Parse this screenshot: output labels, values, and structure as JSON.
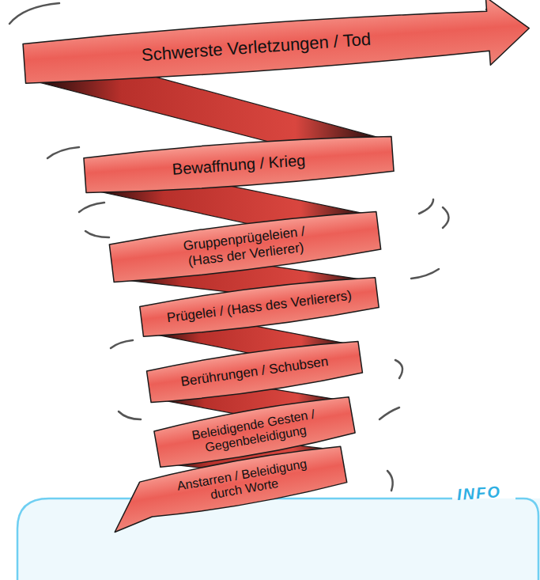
{
  "diagram": {
    "nodes": [
      {
        "text": [
          "Schwerste Verletzungen / Tod"
        ]
      },
      {
        "text": [
          "Bewaffnung / Krieg"
        ]
      },
      {
        "text": [
          "Gruppenprügeleien / (Hass der Verlierer)"
        ]
      },
      {
        "text": [
          "Prügelei / (Hass des Verlierers)"
        ]
      },
      {
        "text": [
          "Berührungen / Schubsen"
        ]
      },
      {
        "text": [
          "Beleidigende Gesten / Gegenbeleidigung"
        ]
      },
      {
        "text": [
          "Anstarren / Beleidigung durch Worte"
        ]
      }
    ],
    "labels": [
      "INFO"
    ]
  }
}
